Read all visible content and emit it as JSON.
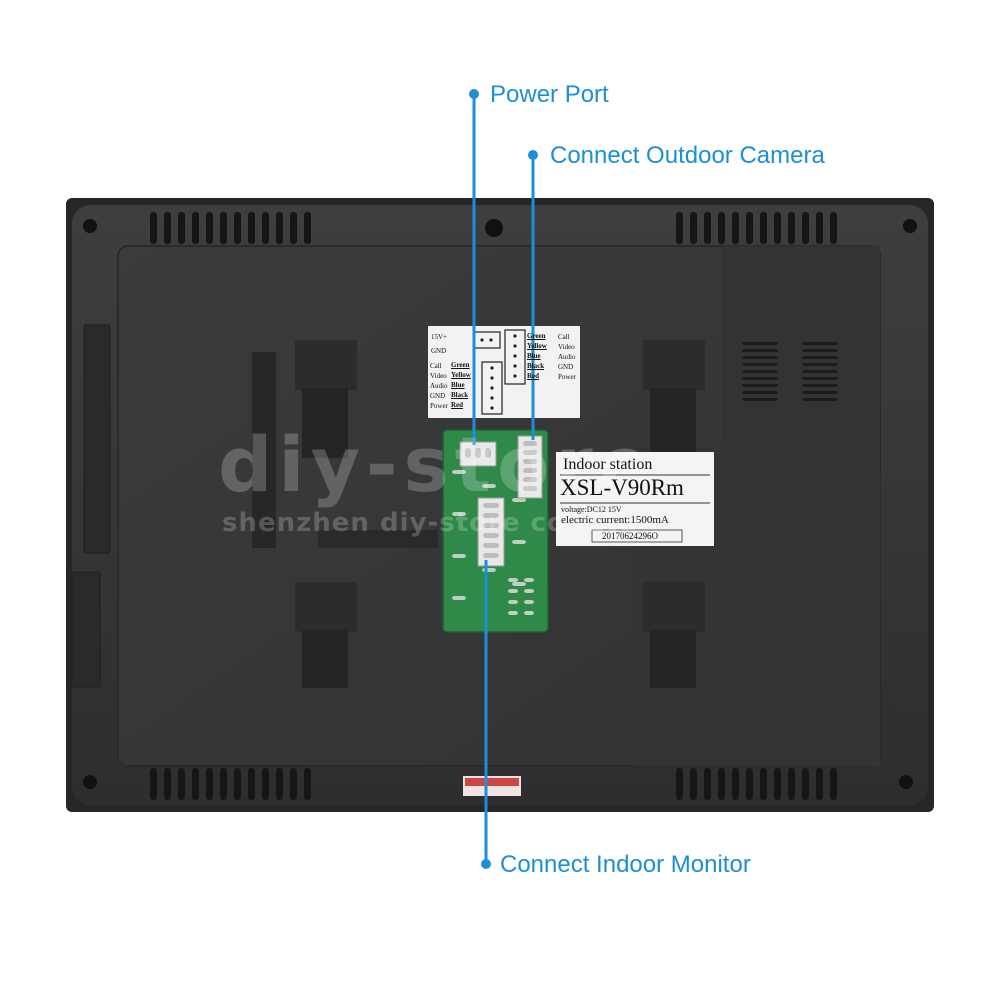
{
  "callouts": {
    "power_port": "Power Port",
    "outdoor_camera": "Connect Outdoor Camera",
    "indoor_monitor": "Connect Indoor Monitor"
  },
  "wiring_sticker": {
    "power_label": "15V+",
    "gnd_label": "GND",
    "left_rows": [
      {
        "signal": "Call",
        "color": "Green"
      },
      {
        "signal": "Video",
        "color": "Yellow"
      },
      {
        "signal": "Audio",
        "color": "Blue"
      },
      {
        "signal": "GND",
        "color": "Black"
      },
      {
        "signal": "Power",
        "color": "Red"
      }
    ],
    "right_rows": [
      {
        "color": "Green",
        "signal": "Call"
      },
      {
        "color": "Yellow",
        "signal": "Video"
      },
      {
        "color": "Blue",
        "signal": "Audio"
      },
      {
        "color": "Black",
        "signal": "GND"
      },
      {
        "color": "Red",
        "signal": "Power"
      }
    ]
  },
  "product_label": {
    "title": "Indoor station",
    "model": "XSL-V90Rm",
    "voltage": "voltage:DC12 15V",
    "current": "electric current:1500mA",
    "serial": "20170624296O"
  },
  "watermark": {
    "brand": "diy-store",
    "company": "shenzhen diy-store co.,Ltd"
  },
  "colors": {
    "callout_blue": "#1c8fd6",
    "housing": "#3a3a3c",
    "pcb_green": "#2f8a4a"
  }
}
